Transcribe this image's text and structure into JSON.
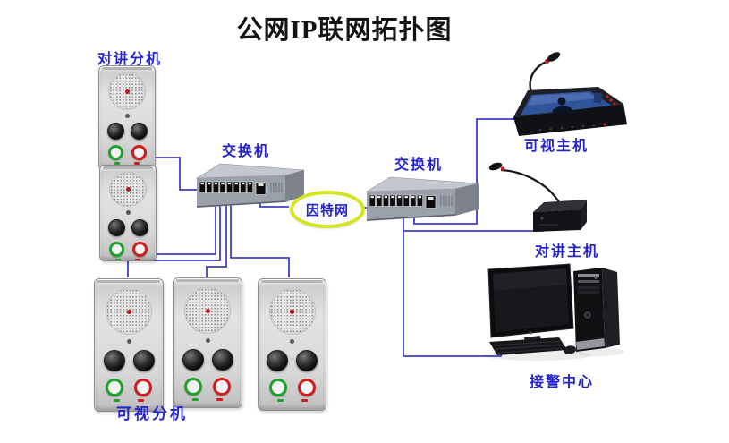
{
  "title": "公网IP联网拓扑图",
  "labels": {
    "intercom_extension": "对讲分机",
    "switch_left": "交换机",
    "switch_right": "交换机",
    "internet": "因特网",
    "visual_host": "可视主机",
    "intercom_host": "对讲主机",
    "alarm_center": "接警中心",
    "visual_extension": "可视分机"
  },
  "colors": {
    "label_blue": "#2424cc",
    "line_blue": "#4040c8",
    "internet_ring": "#d4e41e",
    "title_black": "#141414"
  }
}
